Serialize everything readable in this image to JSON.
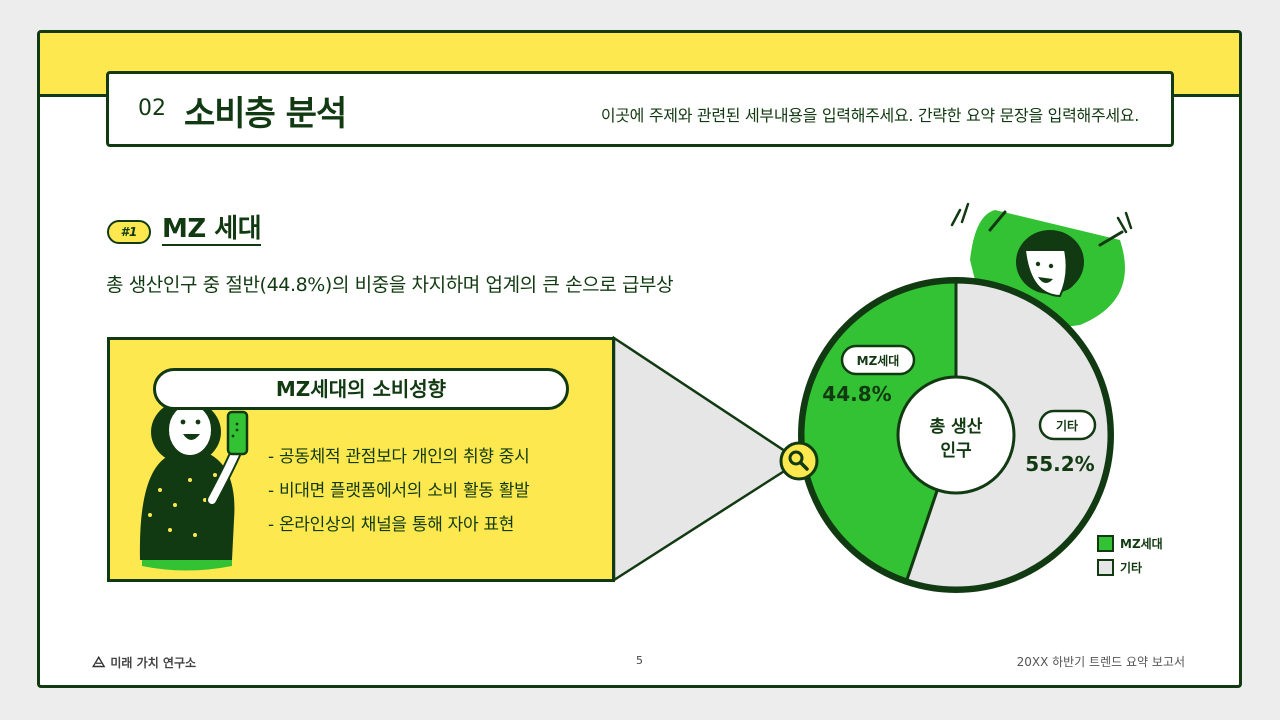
{
  "header": {
    "number": "02",
    "title": "소비층 분석",
    "description": "이곳에 주제와 관련된 세부내용을 입력해주세요. 간략한 요약 문장을 입력해주세요."
  },
  "section": {
    "badge": "#1",
    "title": "MZ 세대",
    "lead": "총 생산인구 중 절반(44.8%)의 비중을 차지하며 업계의 큰 손으로 급부상"
  },
  "card": {
    "title": "MZ세대의 소비성향",
    "bullets": [
      "- 공동체적 관점보다 개인의 취향 중시",
      "- 비대면 플랫폼에서의 소비 활동 활발",
      "- 온라인상의 채널을 통해 자아 표현"
    ]
  },
  "chart_data": {
    "type": "pie",
    "center_label": [
      "총 생산",
      "인구"
    ],
    "categories": [
      "MZ세대",
      "기타"
    ],
    "values": [
      44.8,
      55.2
    ],
    "value_labels": [
      "44.8%",
      "55.2%"
    ],
    "colors": [
      "#33c233",
      "#e6e6e6"
    ],
    "legend_position": "bottom-right"
  },
  "legend": {
    "items": [
      {
        "label": "MZ세대",
        "color": "#33c233"
      },
      {
        "label": "기타",
        "color": "#e6e6e6"
      }
    ]
  },
  "footer": {
    "brand": "미래 가치 연구소",
    "page": "5",
    "report": "20XX 하반기 트렌드 요약 보고서"
  },
  "colors": {
    "accent_yellow": "#fde94f",
    "accent_green": "#33c233",
    "dark": "#123a12"
  }
}
